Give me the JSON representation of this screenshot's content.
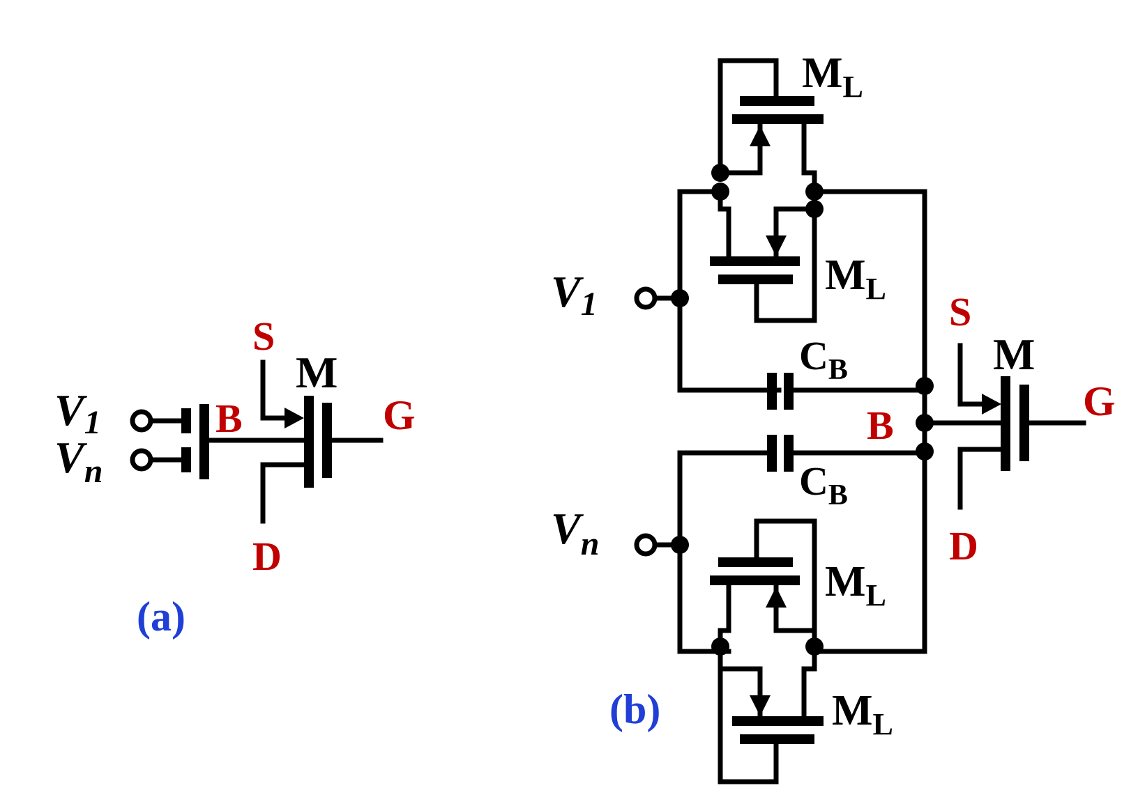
{
  "panel_a": {
    "label": "(a)",
    "v1_main": "V",
    "v1_sub": "1",
    "vn_main": "V",
    "vn_sub": "n",
    "source": "S",
    "drain": "D",
    "gate": "G",
    "bulk": "B",
    "transistor": "M"
  },
  "panel_b": {
    "label": "(b)",
    "v1_main": "V",
    "v1_sub": "1",
    "vn_main": "V",
    "vn_sub": "n",
    "source": "S",
    "drain": "D",
    "gate": "G",
    "bulk": "B",
    "transistor": "M",
    "ml_main": "M",
    "ml_sub": "L",
    "cb_main": "C",
    "cb_sub": "B"
  },
  "colors": {
    "terminal_labels": "#c00000",
    "panel_labels": "#1f3fd6",
    "wires": "#000000"
  }
}
